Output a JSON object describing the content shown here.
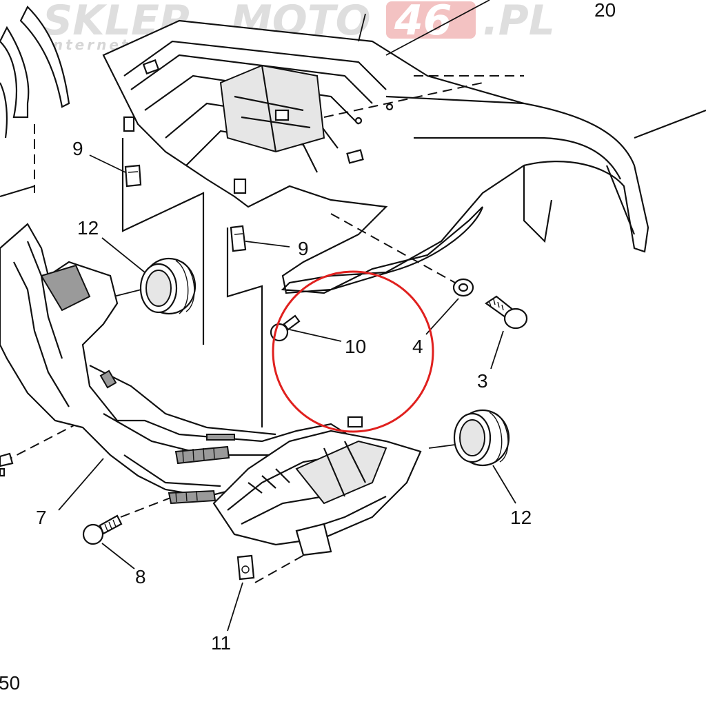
{
  "watermark": {
    "brand_part1": "SKLEP",
    "brand_part2": "MOTO",
    "brand_part3": "46",
    "brand_part4": ".PL",
    "tagline": "internetowy sklep motocyklowy"
  },
  "callouts": {
    "c20": "20",
    "c9_top": "9",
    "c12_left": "12",
    "c9_mid": "9",
    "c10": "10",
    "c4": "4",
    "c3": "3",
    "c7": "7",
    "c12_right": "12",
    "c8": "8",
    "c11": "11",
    "c_corner": "50"
  },
  "colors": {
    "line": "#111111",
    "highlight": "#e0201e",
    "watermark_grey": "#d9d9d9",
    "watermark_red": "#f2b8b8"
  }
}
